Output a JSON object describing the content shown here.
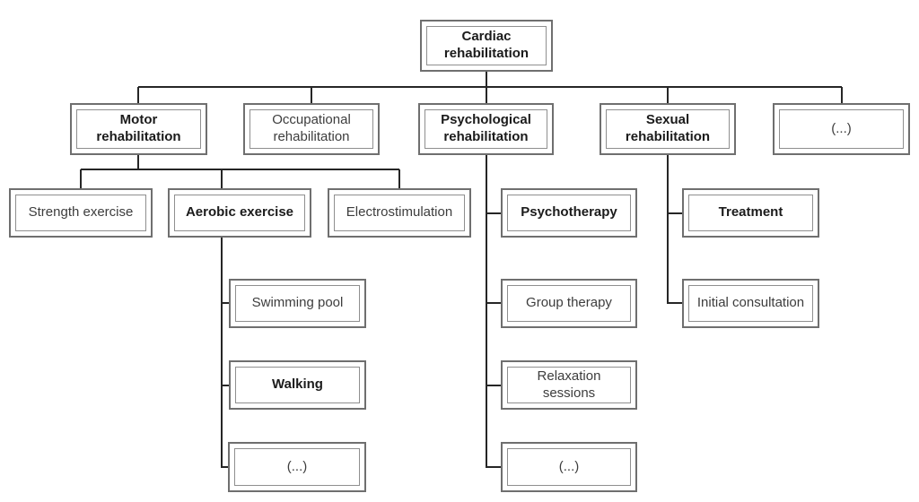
{
  "diagram": {
    "type": "organizational-tree",
    "colors": {
      "connector": "#262626",
      "box_outer_border": "#6f6f6f",
      "box_inner_border": "#8f8f8f",
      "text_regular": "#3d3d3d",
      "text_bold": "#1b1b1b",
      "background": "#ffffff"
    },
    "tree": {
      "label": "Cardiac rehabilitation",
      "emphasis": true,
      "children": [
        {
          "label": "Motor rehabilitation",
          "emphasis": true,
          "children": [
            {
              "label": "Strength exercise",
              "emphasis": false
            },
            {
              "label": "Aerobic exercise",
              "emphasis": true,
              "children": [
                {
                  "label": "Swimming pool",
                  "emphasis": false
                },
                {
                  "label": "Walking",
                  "emphasis": true
                },
                {
                  "label": "(...)",
                  "emphasis": false
                }
              ]
            },
            {
              "label": "Electrostimulation",
              "emphasis": false
            }
          ]
        },
        {
          "label": "Occupational rehabilitation",
          "emphasis": false
        },
        {
          "label": "Psychological rehabilitation",
          "emphasis": true,
          "children": [
            {
              "label": "Psychotherapy",
              "emphasis": true
            },
            {
              "label": "Group therapy",
              "emphasis": false
            },
            {
              "label": "Relaxation sessions",
              "emphasis": false
            },
            {
              "label": "(...)",
              "emphasis": false
            }
          ]
        },
        {
          "label": "Sexual rehabilitation",
          "emphasis": true,
          "children": [
            {
              "label": "Treatment",
              "emphasis": true
            },
            {
              "label": "Initial consultation",
              "emphasis": false
            }
          ]
        },
        {
          "label": "(...)",
          "emphasis": false
        }
      ]
    }
  }
}
